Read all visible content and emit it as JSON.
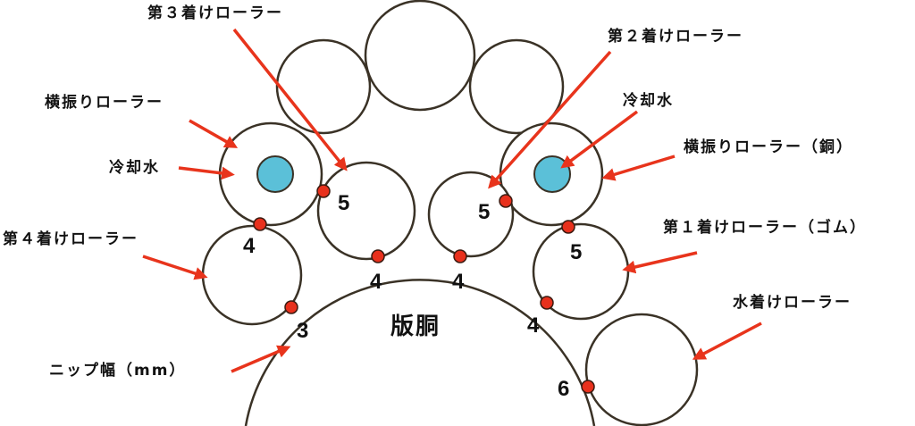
{
  "labels": {
    "third_form_roller": "第３着けローラー",
    "second_form_roller": "第２着けローラー",
    "oscillating_roller_left": "横振りローラー",
    "cooling_water_left": "冷却水",
    "cooling_water_right": "冷却水",
    "oscillating_roller_copper": "横振りローラー（銅）",
    "fourth_form_roller": "第４着けローラー",
    "first_form_roller_rubber": "第１着けローラー（ゴム）",
    "water_form_roller": "水着けローラー",
    "nip_width_mm": "ニップ幅（mm）",
    "plate_cylinder": "版胴"
  },
  "nip_values": {
    "osc_left_to_third": "5",
    "third_to_plate": "4",
    "osc_left_to_fourth": "4",
    "fourth_to_plate": "3",
    "second_to_plate": "4",
    "osc_right_to_second": "5",
    "osc_right_to_first": "5",
    "first_to_plate": "4",
    "water_to_plate": "6"
  },
  "colors": {
    "arrow": "#e8341c",
    "nip_dot": "#e8301c",
    "cooling_water": "#5bc0d8",
    "roller_outline": "#3a3226"
  }
}
